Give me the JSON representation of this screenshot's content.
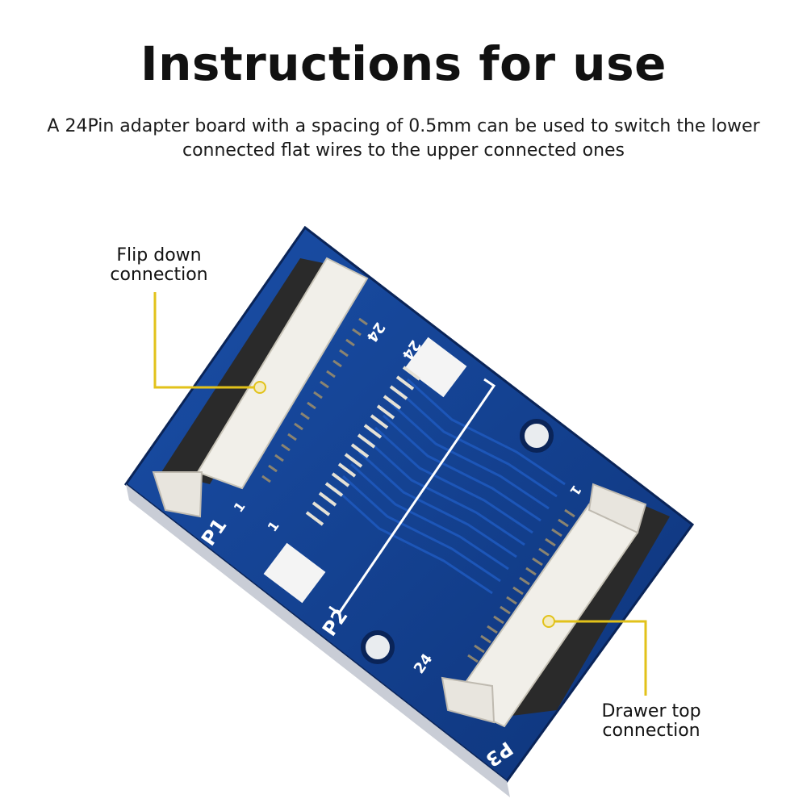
{
  "header": {
    "title": "Instructions for use",
    "subtitle_line1": "A 24Pin adapter board with a spacing of 0.5mm can be used to switch the lower",
    "subtitle_line2": "connected flat wires to the upper connected ones"
  },
  "callouts": {
    "flip_line1": "Flip down",
    "flip_line2": "connection",
    "drawer_line1": "Drawer top",
    "drawer_line2": "connection"
  },
  "board": {
    "silkscreen": {
      "p1": "P1",
      "p2": "P2",
      "p3": "P3",
      "pin_24_a": "24",
      "pin_24_b": "24",
      "pin_24_c": "24",
      "pin_1_a": "1",
      "pin_1_b": "1",
      "pin_1_c": "1"
    }
  },
  "colors": {
    "pcb": "#123f8e",
    "pcb_dark": "#0b2a68",
    "callout_line": "#e2c21a",
    "connector": "#f1efe9"
  }
}
